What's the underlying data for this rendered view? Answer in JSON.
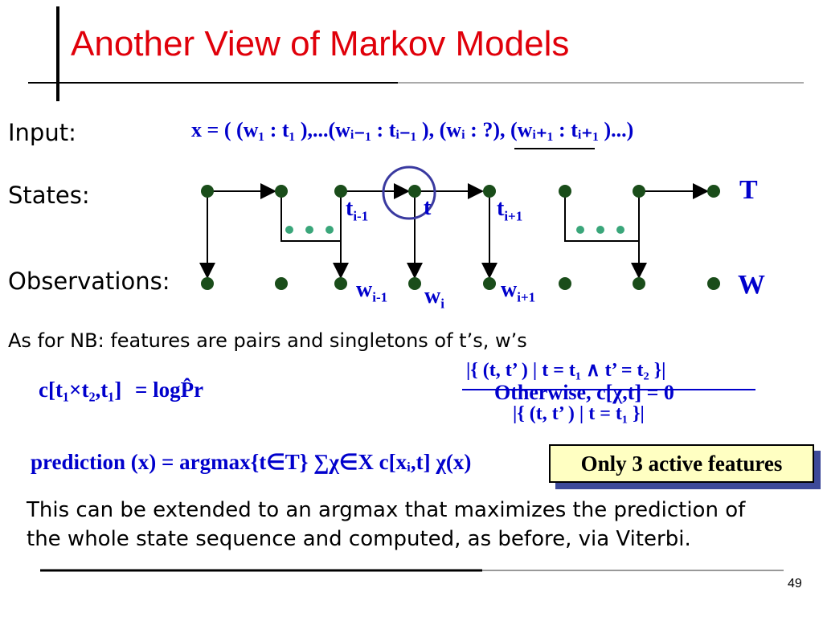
{
  "slide": {
    "title": "Another View of Markov Models",
    "page_number": "49"
  },
  "labels": {
    "input": "Input:",
    "states": "States:",
    "observations": "Observations:"
  },
  "input_formula": "x = ( (w₁ : t₁ ),...(wᵢ₋₁ : tᵢ₋₁ ), (wᵢ : ?), (wᵢ₊₁ : tᵢ₊₁ )...)",
  "diagram": {
    "state_labels": {
      "t_im1": "t",
      "t_im1_sub": "i-1",
      "t": "t",
      "t_ip1": "t",
      "t_ip1_sub": "i+1",
      "T": "T"
    },
    "obs_labels": {
      "w_im1": "w",
      "w_im1_sub": "i-1",
      "w_i": "w",
      "w_i_sub": "i",
      "w_ip1": "w",
      "w_ip1_sub": "i+1",
      "W": "W"
    },
    "node_color": "#1a4d1a",
    "dot_color": "#3aa67a"
  },
  "nb_text": "As for NB: features are pairs and singletons of t’s,  w’s",
  "formula_line": {
    "lhs": "c[t₁×t₂,t₁]",
    "rhs": "= logP̂r",
    "fraction_num": "|{ (t, t’ ) | t = t₁ ∧ t’ = t₂ }|",
    "fraction_den": "|{ (t, t’ ) | t = t₁ }|",
    "otherwise": "Otherwise,  c[χ,t] = 0"
  },
  "prediction_formula": "prediction (x) = argmax{t∈T} ∑χ∈X c[xᵢ,t] χ(x)",
  "note_box": "Only 3 active features",
  "conclusion": [
    "This can be extended to an argmax that maximizes the prediction of",
    "the whole state sequence and computed, as before, via Viterbi."
  ],
  "colors": {
    "title": "#e0000a",
    "math": "#0000cc",
    "note_bg": "#ffffc2",
    "note_shadow": "#3d4a99"
  }
}
